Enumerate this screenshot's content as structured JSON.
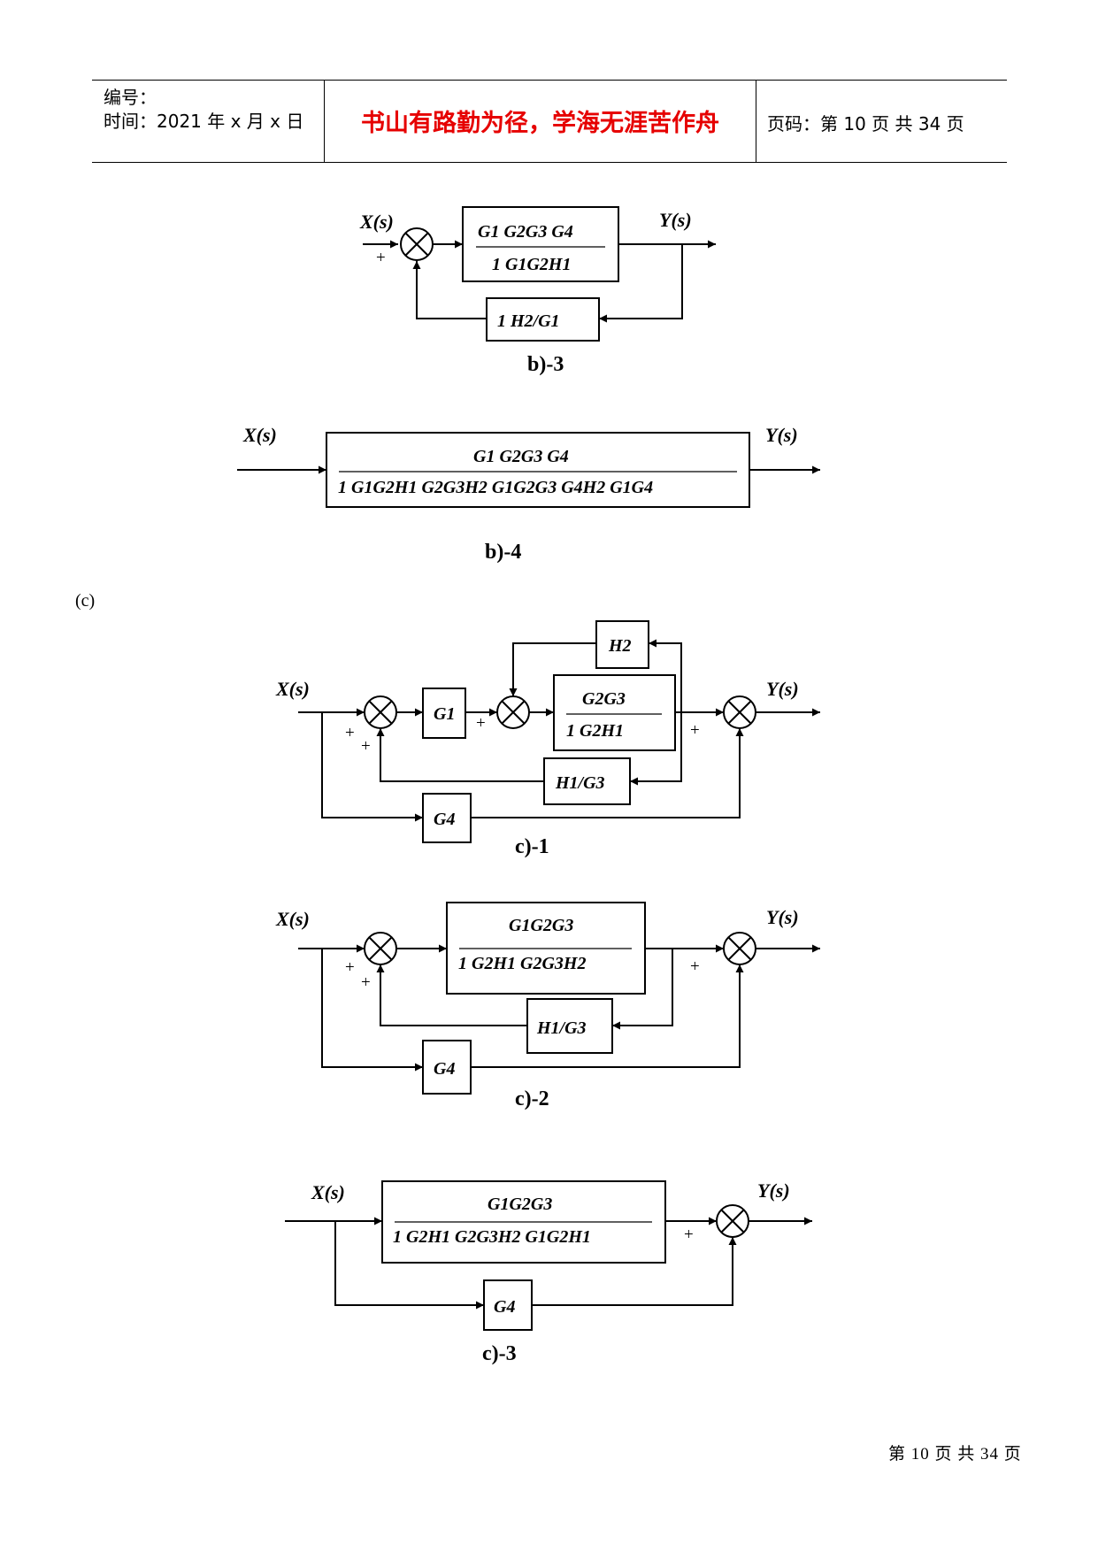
{
  "header": {
    "number_label": "编号：",
    "time_label": "时间：2021 年 x 月 x 日",
    "motto": "书山有路勤为径，学海无涯苦作舟",
    "page_info": "页码：第 10 页  共 34 页"
  },
  "section_label": "(c)",
  "footer": "第 10 页 共 34 页",
  "io": {
    "input": "X(s)",
    "output": "Y(s)"
  },
  "signs": {
    "plus": "+"
  },
  "diagrams": {
    "b3": {
      "caption": "b)-3",
      "fwd_num": "G1  G2G3    G4",
      "fwd_den": "1    G1G2H1",
      "fb": "1   H2/G1"
    },
    "b4": {
      "caption": "b)-4",
      "num": "G1  G2G3    G4",
      "den": "1   G1G2H1   G2G3H2   G1G2G3   G4H2   G1G4"
    },
    "c1": {
      "caption": "c)-1",
      "g1": "G1",
      "h2": "H2",
      "inner_num": "G2G3",
      "inner_den": "1   G2H1",
      "fb": "H1/G3",
      "g4": "G4"
    },
    "c2": {
      "caption": "c)-2",
      "num": "G1G2G3",
      "den": "1   G2H1   G2G3H2",
      "fb": "H1/G3",
      "g4": "G4"
    },
    "c3": {
      "caption": "c)-3",
      "num": "G1G2G3",
      "den": "1   G2H1   G2G3H2   G1G2H1",
      "g4": "G4"
    }
  }
}
